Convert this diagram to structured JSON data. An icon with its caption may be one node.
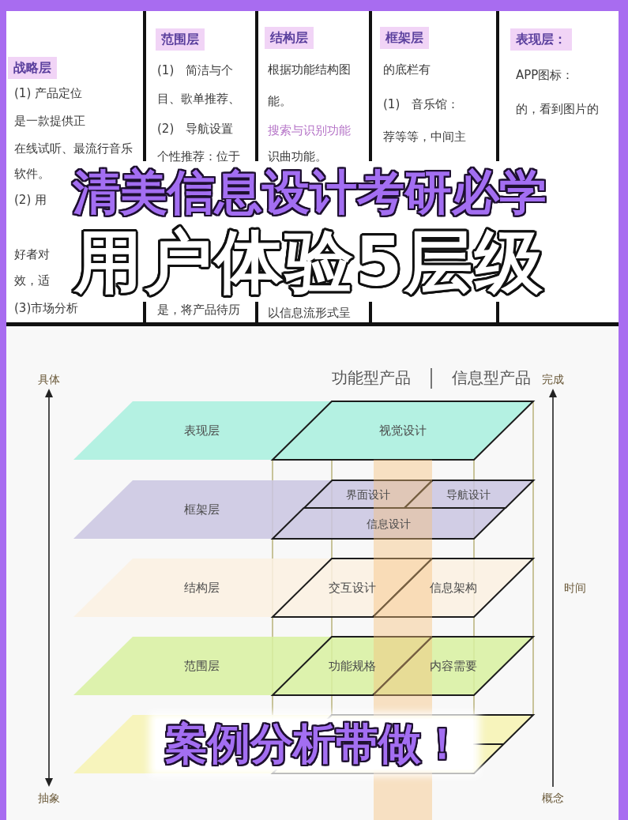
{
  "diagram": {
    "title": "用户体验5层级",
    "nodes": [
      {
        "text": [
          "战略层",
          "(1) 产品定位",
          "是一款提供正",
          "在线试听、最流行音乐",
          "软件。",
          "(2) 用",
          "好者对",
          "效，适",
          "(3)市场分析"
        ]
      },
      {
        "text": [
          "范围层",
          "(1)　简洁与个",
          "目、歌单推荐、",
          "(2)　导航设置",
          "个性推荐：位于",
          "是，将产品待历"
        ]
      },
      {
        "text": [
          "结构层",
          "根据功能结构图",
          "能。",
          "搜索与识别功能",
          "识曲功能。",
          "以信息流形式呈"
        ]
      },
      {
        "text": [
          "框架层",
          "的底栏有",
          "(1)　音乐馆：",
          "荐等等，中间主"
        ]
      },
      {
        "text": [
          "表现层：",
          "APP图标：",
          "的，看到图片的"
        ]
      },
      {
        "text": [
          "表现层"
        ]
      },
      {
        "text": [
          "视觉设计"
        ],
        "in": 5
      },
      {
        "text": [
          "框架层"
        ]
      },
      {
        "text": [
          "界面设计"
        ],
        "in": 7
      },
      {
        "text": [
          "导航设计"
        ],
        "in": 7
      },
      {
        "text": [
          "信息设计"
        ],
        "in": 7
      },
      {
        "text": [
          "结构层"
        ]
      },
      {
        "text": [
          "交互设计"
        ],
        "in": 11
      },
      {
        "text": [
          "信息架构"
        ],
        "in": 11
      },
      {
        "text": [
          "范围层"
        ]
      },
      {
        "text": [
          "功能规格"
        ],
        "in": 14
      },
      {
        "text": [
          "内容需要"
        ],
        "in": 14
      },
      {
        "text": [],
        "shape": "parallelogram"
      }
    ],
    "labels": [
      "清美信息设计考研必学",
      "具体",
      "功能型产品",
      "信息型产品",
      "完成",
      "时间",
      "案例分析带做！",
      "抽象",
      "概念"
    ]
  }
}
